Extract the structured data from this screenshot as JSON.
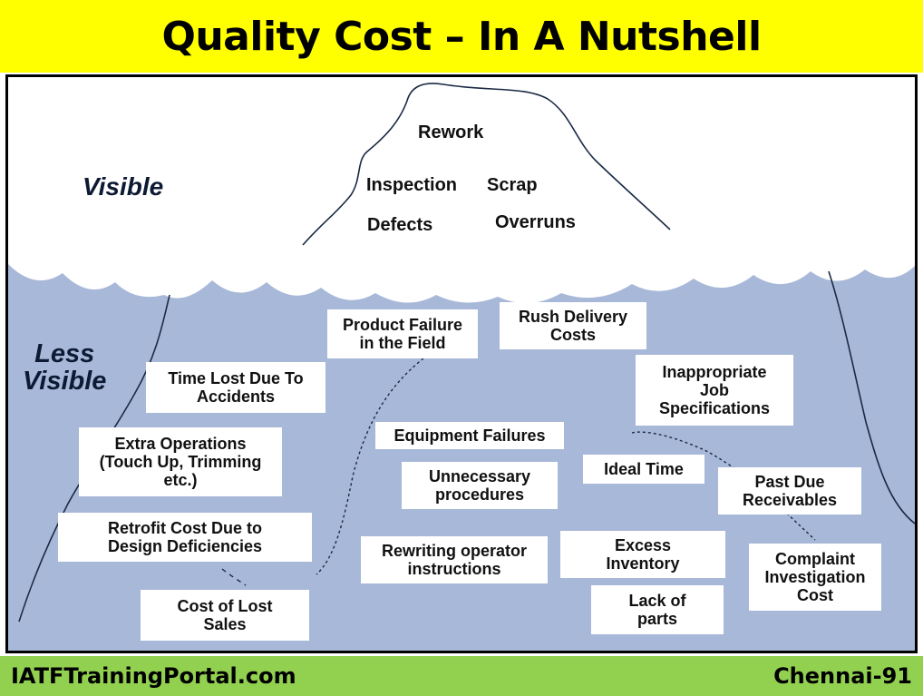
{
  "title": "Quality Cost – In A Nutshell",
  "zones": {
    "visible": "Visible",
    "less_visible": "Less\nVisible"
  },
  "visible_costs": [
    "Rework",
    "Inspection",
    "Scrap",
    "Defects",
    "Overruns"
  ],
  "hidden_costs": [
    "Product Failure\nin the Field",
    "Rush Delivery\nCosts",
    "Time Lost Due To\nAccidents",
    "Inappropriate\nJob\nSpecifications",
    "Extra Operations\n(Touch Up, Trimming\netc.)",
    "Equipment Failures",
    "Unnecessary\nprocedures",
    "Ideal Time",
    "Past Due\nReceivables",
    "Retrofit Cost Due to\nDesign Deficiencies",
    "Rewriting operator\ninstructions",
    "Excess\nInventory",
    "Complaint\nInvestigation\nCost",
    "Cost of Lost\nSales",
    "Lack of\nparts"
  ],
  "colors": {
    "title_bg": "#ffff00",
    "water": "#a8b8d8",
    "footer_bg": "#92d050"
  },
  "footer": {
    "left": "IATFTrainingPortal.com",
    "right": "Chennai-91"
  }
}
